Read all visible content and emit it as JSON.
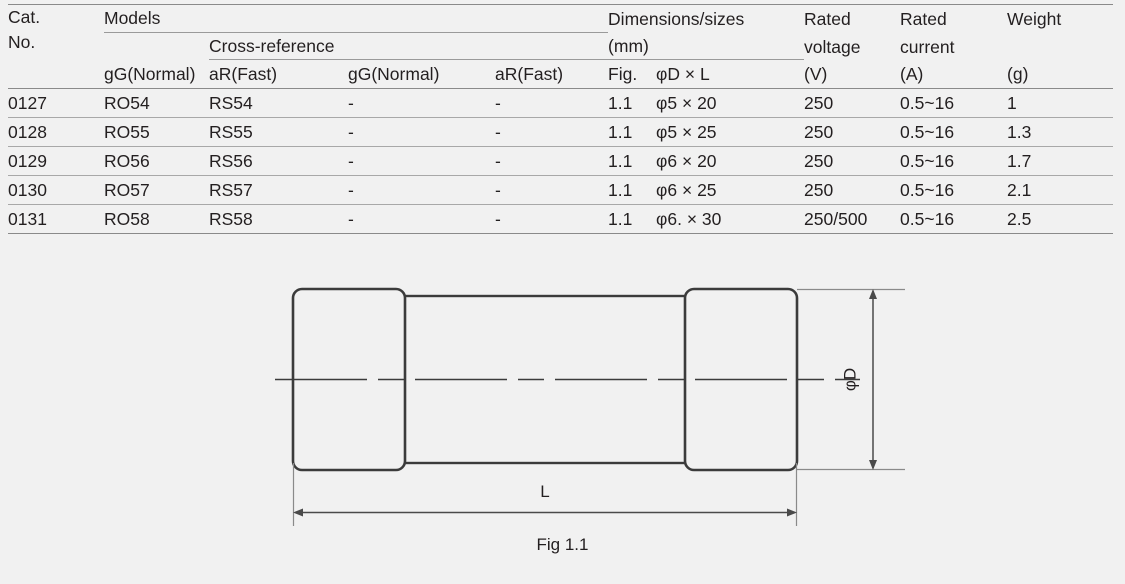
{
  "table": {
    "headers": {
      "cat_line1": "Cat.",
      "cat_line2": "No.",
      "models_group": "Models",
      "cross_reference_group": "Cross-reference",
      "models_gg": "gG(Normal)",
      "models_ar": "aR(Fast)",
      "xref_gg": "gG(Normal)",
      "xref_ar": "aR(Fast)",
      "dimensions_line1": "Dimensions/sizes",
      "dimensions_line2": "(mm)",
      "fig": "Fig.",
      "dia_len": "φD × L",
      "rated_voltage_line1": "Rated",
      "rated_voltage_line2": "voltage",
      "rated_voltage_unit": "(V)",
      "rated_current_line1": "Rated",
      "rated_current_line2": "current",
      "rated_current_unit": "(A)",
      "weight_line1": "Weight",
      "weight_line2": "",
      "weight_unit": "(g)"
    },
    "rows": [
      {
        "cat_no": "0127",
        "models_gg": "RO54",
        "models_ar": "RS54",
        "xref_gg": "-",
        "xref_ar": "-",
        "fig": "1.1",
        "dia_len": "φ5 × 20",
        "rated_voltage": "250",
        "rated_current": "0.5~16",
        "weight": "1"
      },
      {
        "cat_no": "0128",
        "models_gg": "RO55",
        "models_ar": "RS55",
        "xref_gg": "-",
        "xref_ar": "-",
        "fig": "1.1",
        "dia_len": "φ5 × 25",
        "rated_voltage": "250",
        "rated_current": "0.5~16",
        "weight": "1.3"
      },
      {
        "cat_no": "0129",
        "models_gg": "RO56",
        "models_ar": "RS56",
        "xref_gg": "-",
        "xref_ar": "-",
        "fig": "1.1",
        "dia_len": "φ6 × 20",
        "rated_voltage": "250",
        "rated_current": "0.5~16",
        "weight": "1.7"
      },
      {
        "cat_no": "0130",
        "models_gg": "RO57",
        "models_ar": "RS57",
        "xref_gg": "-",
        "xref_ar": "-",
        "fig": "1.1",
        "dia_len": "φ6 × 25",
        "rated_voltage": "250",
        "rated_current": "0.5~16",
        "weight": "2.1"
      },
      {
        "cat_no": "0131",
        "models_gg": "RO58",
        "models_ar": "RS58",
        "xref_gg": "-",
        "xref_ar": "-",
        "fig": "1.1",
        "dia_len": "φ6. × 30",
        "rated_voltage": "250/500",
        "rated_current": "0.5~16",
        "weight": "2.5"
      }
    ]
  },
  "figure": {
    "caption": "Fig 1.1",
    "dimension_diameter_label": "φD",
    "dimension_length_label": "L",
    "line_color": "#3b3b3b",
    "dimension_color": "#4a4a4a"
  },
  "page": {
    "background": "#f1f1f1",
    "text_color": "#231f20"
  }
}
